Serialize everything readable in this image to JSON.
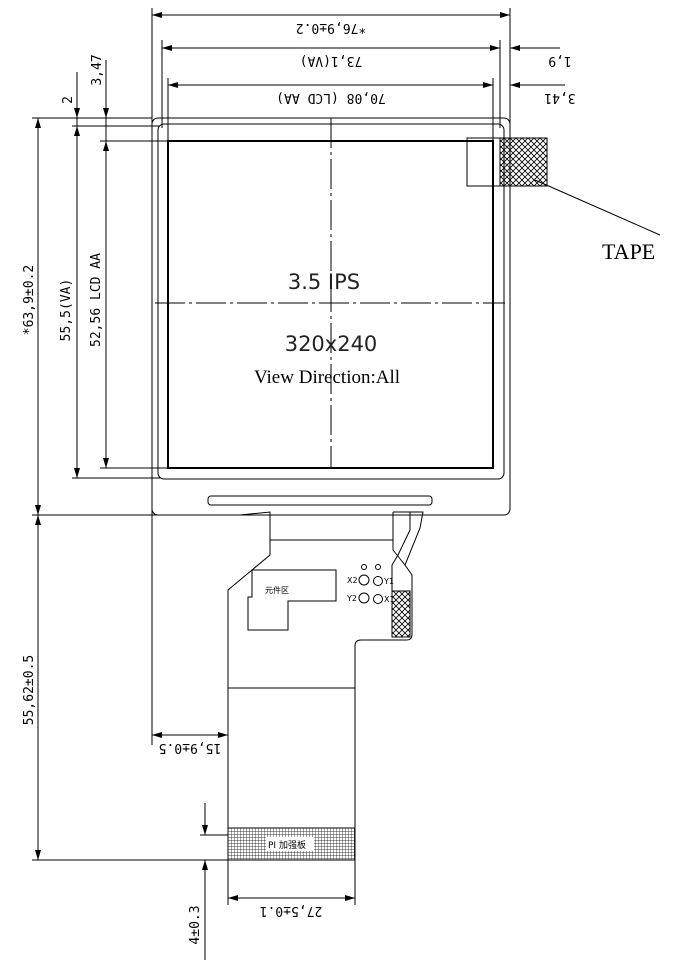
{
  "dimensions": {
    "outline_width": "*76,9±0.2",
    "va_width": "73,1(VA)",
    "aa_width": "70,08 (LCD AA)",
    "right_va_offset": "1,9",
    "right_aa_offset": "3,41",
    "outline_height": "*63,9±0.2",
    "va_height": "55,5(VA)",
    "aa_height": "52,56 LCD AA",
    "top_va_offset": "2",
    "top_aa_offset": "3,47",
    "fpc_length": "55,62±0.5",
    "fpc_offset": "15,9±0.5",
    "fpc_width": "27,5±0.1",
    "stiffener_length": "4±0.3"
  },
  "labels": {
    "tape": "TAPE",
    "size_type": "3.5 IPS",
    "resolution": "320x240",
    "view_direction": "View Direction:All",
    "component_area": "元件区",
    "x2": "X2",
    "y2": "Y2",
    "y1": "Y1",
    "x1": "X1",
    "stiffener": "PI 加强板"
  }
}
